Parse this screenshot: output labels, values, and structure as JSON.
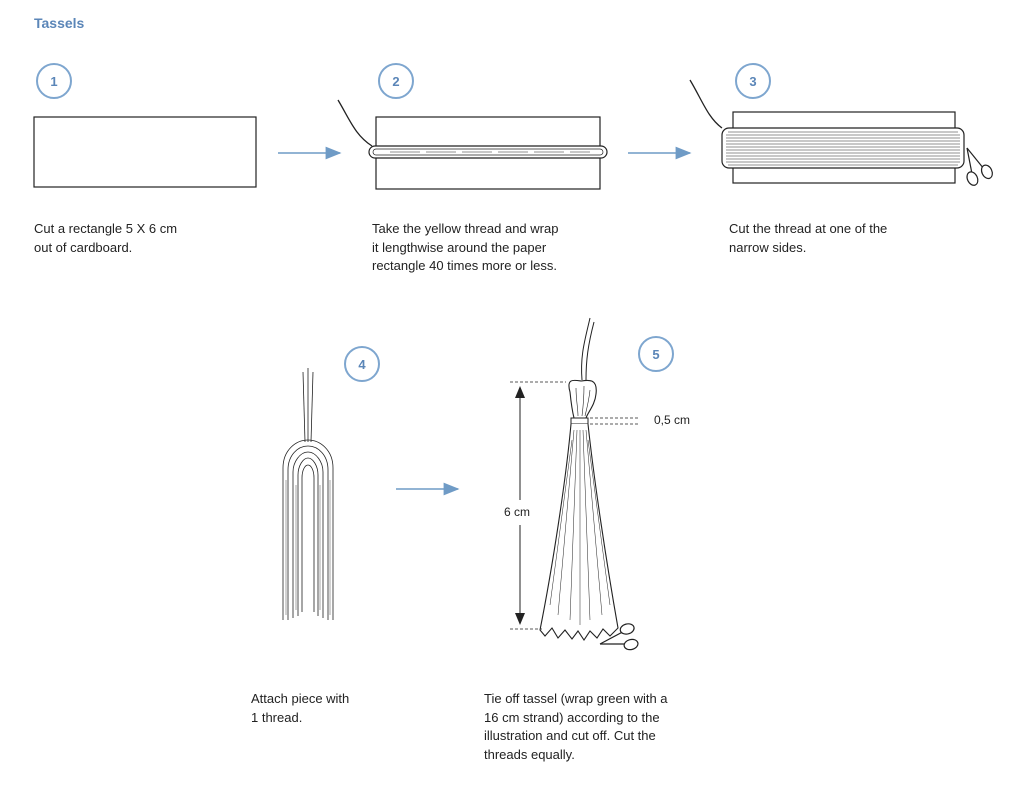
{
  "title": "Tassels",
  "steps": [
    {
      "number": "1",
      "lines": [
        "Cut a rectangle 5 X 6 cm",
        "out of cardboard."
      ]
    },
    {
      "number": "2",
      "lines": [
        "Take the yellow thread and wrap",
        "it lengthwise around the paper",
        "rectangle 40 times more or less."
      ]
    },
    {
      "number": "3",
      "lines": [
        "Cut the thread at one of the",
        "narrow sides."
      ]
    },
    {
      "number": "4",
      "lines": [
        "Attach piece with",
        "1 thread."
      ]
    },
    {
      "number": "5",
      "lines": [
        "Tie off tassel (wrap green with a",
        "16 cm strand) according to the",
        "illustration and cut off. Cut the",
        "threads equally."
      ]
    }
  ],
  "dimensions": {
    "length": "6 cm",
    "neck": "0,5 cm"
  },
  "icons": [
    "arrow-right-icon",
    "scissors-icon"
  ],
  "colors": {
    "accent": "#5b86b8",
    "badge_border": "#7ea6cf",
    "arrow": "#6f9bc6",
    "line": "#222222"
  }
}
